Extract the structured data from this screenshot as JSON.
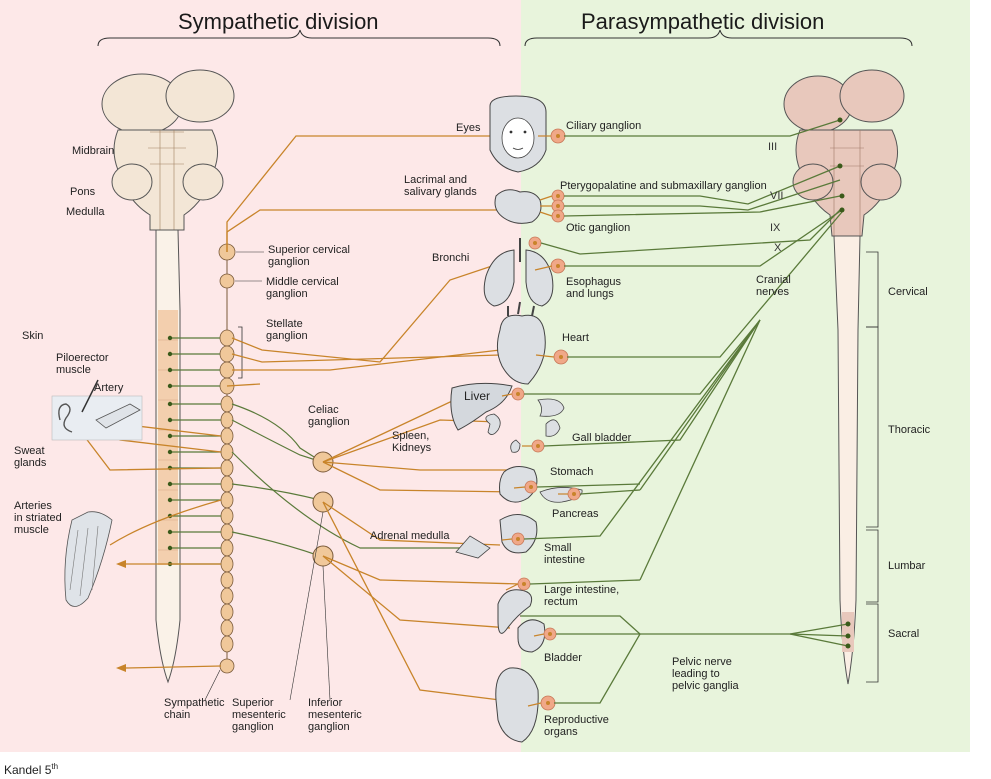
{
  "headings": {
    "sympathetic": "Sympathetic division",
    "parasympathetic": "Parasympathetic division"
  },
  "left_labels": {
    "midbrain": "Midbrain",
    "pons": "Pons",
    "medulla": "Medulla",
    "skin": "Skin",
    "piloerector": "Piloerector\nmuscle",
    "artery": "Artery",
    "sweat": "Sweat\nglands",
    "arteries_muscle": "Arteries\nin striated\nmuscle"
  },
  "ganglia": {
    "superior_cervical": "Superior cervical\nganglion",
    "middle_cervical": "Middle cervical\nganglion",
    "stellate": "Stellate\nganglion",
    "celiac": "Celiac\nganglion",
    "sympathetic_chain": "Sympathetic\nchain",
    "superior_mesenteric": "Superior\nmesenteric\nganglion",
    "inferior_mesenteric": "Inferior\nmesenteric\nganglion"
  },
  "organs": {
    "eyes": "Eyes",
    "lacrimal": "Lacrimal and\nsalivary glands",
    "bronchi": "Bronchi",
    "liver": "Liver",
    "spleen": "Spleen,\nKidneys",
    "adrenal": "Adrenal medulla",
    "heart": "Heart",
    "esophagus": "Esophagus\nand lungs",
    "gall": "Gall bladder",
    "stomach": "Stomach",
    "pancreas": "Pancreas",
    "small_int": "Small\nintestine",
    "large_int": "Large intestine,\nrectum",
    "bladder": "Bladder",
    "repro": "Reproductive\norgans"
  },
  "para_labels": {
    "ciliary": "Ciliary ganglion",
    "pterygo": "Pterygopalatine and submaxillary ganglion",
    "otic": "Otic ganglion",
    "cranial_nerves": "Cranial\nnerves",
    "pelvic": "Pelvic nerve\nleading to\npelvic ganglia"
  },
  "roman": {
    "III": "III",
    "VII": "VII",
    "IX": "IX",
    "X": "X"
  },
  "regions": {
    "cervical": "Cervical",
    "thoracic": "Thoracic",
    "lumbar": "Lumbar",
    "sacral": "Sacral"
  },
  "credit": {
    "text": "Kandel 5",
    "sup": "th"
  },
  "colors": {
    "sympathetic_bg": "#fde8e8",
    "parasympathetic_bg": "#e8f4dc",
    "sympathetic_fiber": "#c8842a",
    "parasympathetic_fiber": "#5a7a3a",
    "ganglion_fill": "#f0c89a",
    "spinal_cord": "#f3dcc6"
  }
}
